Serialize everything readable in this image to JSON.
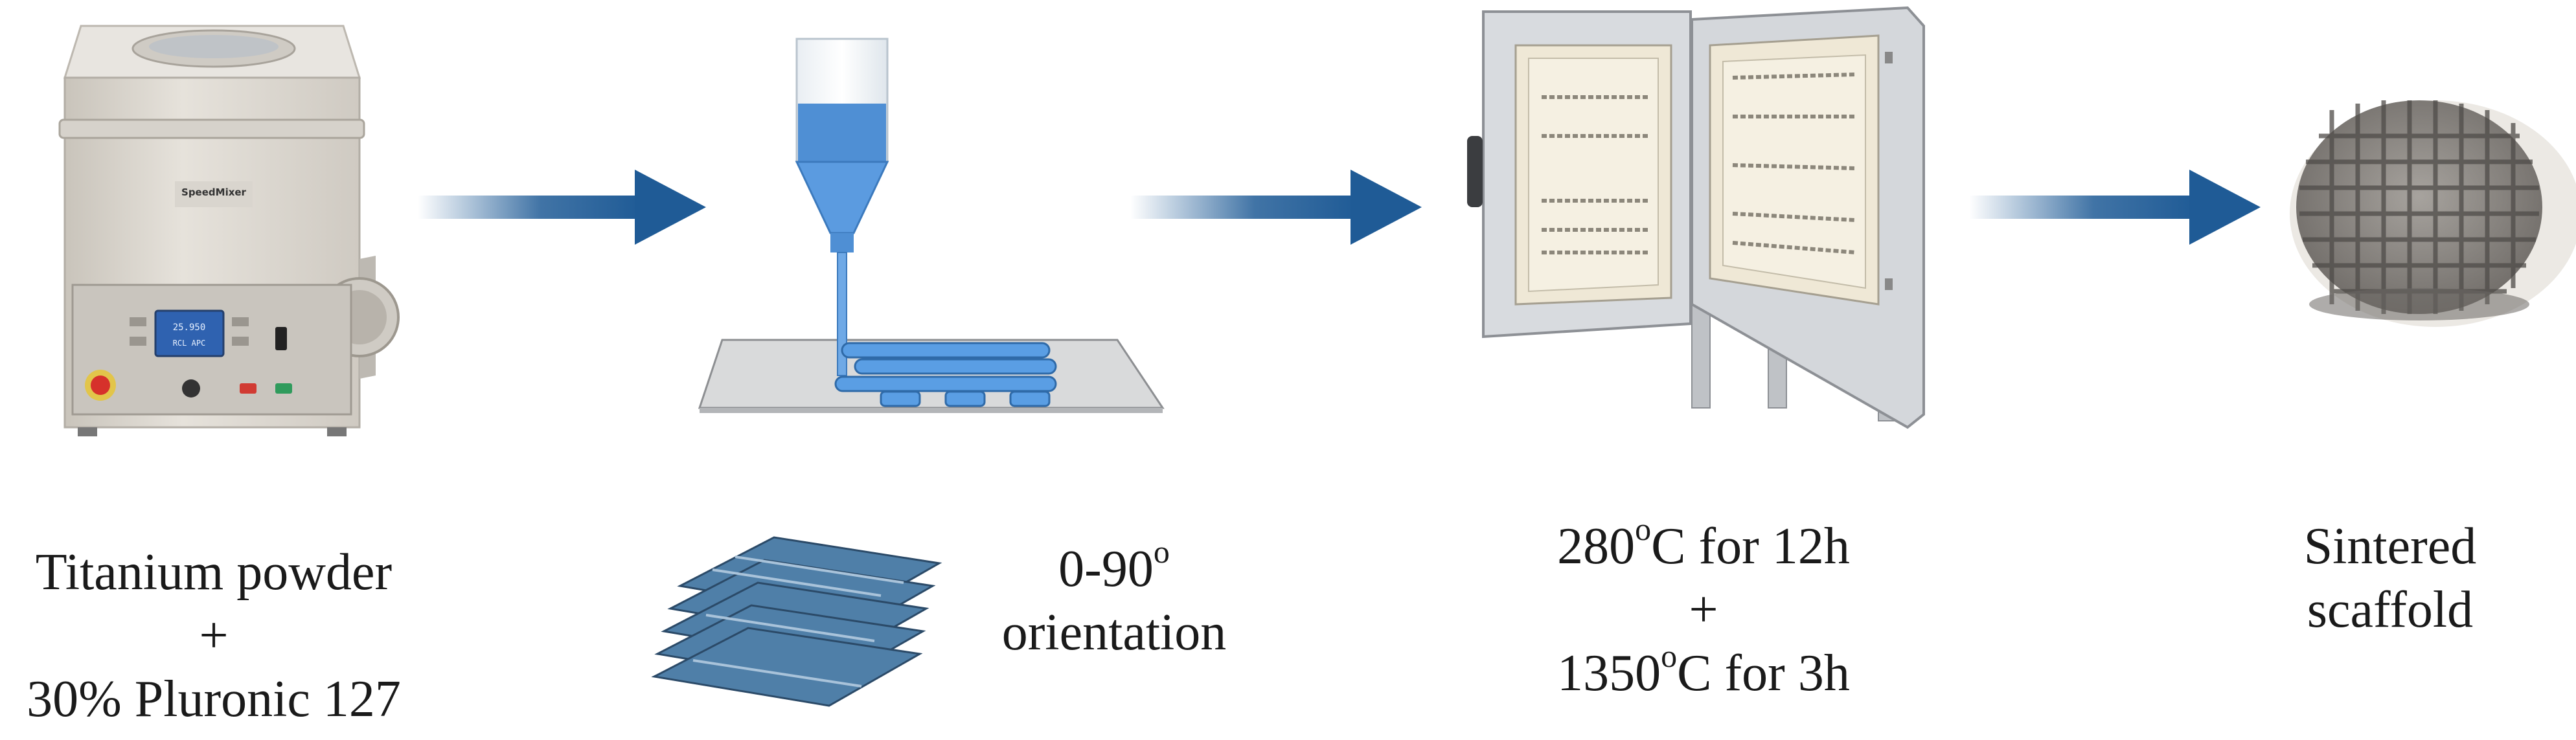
{
  "steps": {
    "mixer": {
      "label_lines": [
        "Titanium powder",
        "+",
        "30% Pluronic 127"
      ],
      "brand_text": "SpeedMixer",
      "display_text": [
        "25.950",
        "RCL APC"
      ]
    },
    "printer": {
      "label_line1": "0-90",
      "label_line1_sup": "o",
      "label_line2": "orientation"
    },
    "furnace": {
      "line1_a": "280",
      "line1_sup": "o",
      "line1_b": "C for 12h",
      "line2": "+",
      "line3_a": "1350",
      "line3_sup": "o",
      "line3_b": "C for 3h"
    },
    "scaffold": {
      "label_lines": [
        "Sintered",
        "scaffold"
      ]
    }
  },
  "colors": {
    "arrow": "#1f5b96",
    "ink": "#5aa0dc",
    "lattice": "#4f7fa8",
    "furnace": "#d8dbdf",
    "mixer": "#ddd9d2",
    "scaffold": "#8a8682"
  }
}
